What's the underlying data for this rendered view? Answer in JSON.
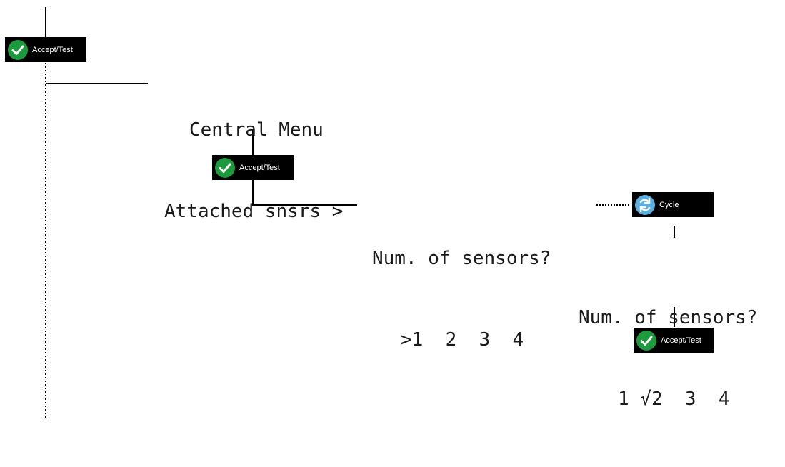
{
  "buttons": {
    "accept_test_label": "Accept/Test",
    "cycle_label": "Cycle"
  },
  "screens": {
    "central_menu": {
      "line1": "Central Menu",
      "line2": "Attached snsrs >"
    },
    "num_sensors_initial": {
      "line1": "Num. of sensors?",
      "line2": ">1  2  3  4"
    },
    "num_sensors_selected": {
      "line1": "Num. of sensors?",
      "line2": "1 √2  3  4"
    }
  },
  "icons": {
    "accept": "checkmark-icon",
    "cycle": "refresh-icon"
  },
  "colors": {
    "accept_green": "#1e9a3e",
    "cycle_blue": "#5aaee0",
    "button_bg": "#000000",
    "line": "#000000"
  }
}
